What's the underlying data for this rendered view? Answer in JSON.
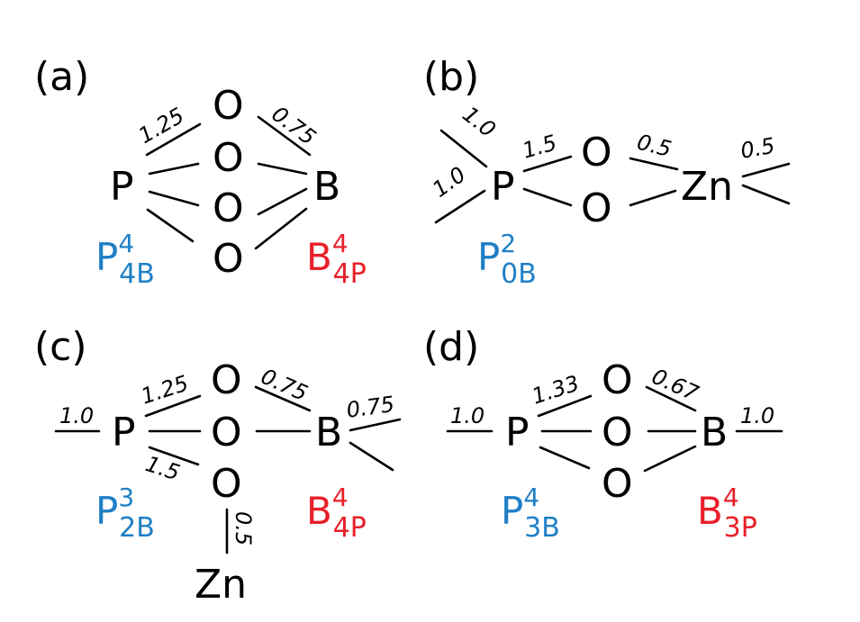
{
  "colors": {
    "text": "#000000",
    "phosphorus_label": "#1f7fc6",
    "boron_label": "#e8202a"
  },
  "panels": {
    "a": {
      "label": "(a)",
      "atoms": {
        "P": "P",
        "O1": "O",
        "O2": "O",
        "O3": "O",
        "O4": "O",
        "B": "B"
      },
      "bond_values": {
        "p_o": "1.25",
        "o_b": "0.75"
      },
      "p_site": {
        "base": "P",
        "sup": "4",
        "sub": "4B"
      },
      "b_site": {
        "base": "B",
        "sup": "4",
        "sub": "4P"
      }
    },
    "b": {
      "label": "(b)",
      "atoms": {
        "P": "P",
        "O1": "O",
        "O2": "O",
        "Zn": "Zn"
      },
      "bond_values": {
        "ext_upper": "1.0",
        "ext_lower": "1.0",
        "p_o": "1.5",
        "o_zn": "0.5",
        "zn_ext": "0.5"
      },
      "p_site": {
        "base": "P",
        "sup": "2",
        "sub": "0B"
      }
    },
    "c": {
      "label": "(c)",
      "atoms": {
        "P": "P",
        "O1": "O",
        "O2": "O",
        "O3": "O",
        "B": "B",
        "Zn": "Zn"
      },
      "bond_values": {
        "ext_left": "1.0",
        "p_o": "1.25",
        "o_b": "0.75",
        "b_ext": "0.75",
        "p_o_zn": "1.5",
        "o_zn": "0.5"
      },
      "p_site": {
        "base": "P",
        "sup": "3",
        "sub": "2B"
      },
      "b_site": {
        "base": "B",
        "sup": "4",
        "sub": "4P"
      }
    },
    "d": {
      "label": "(d)",
      "atoms": {
        "P": "P",
        "O1": "O",
        "O2": "O",
        "O3": "O",
        "B": "B"
      },
      "bond_values": {
        "ext_left": "1.0",
        "p_o": "1.33",
        "o_b": "0.67",
        "b_ext": "1.0"
      },
      "p_site": {
        "base": "P",
        "sup": "4",
        "sub": "3B"
      },
      "b_site": {
        "base": "B",
        "sup": "4",
        "sub": "3P"
      }
    }
  }
}
